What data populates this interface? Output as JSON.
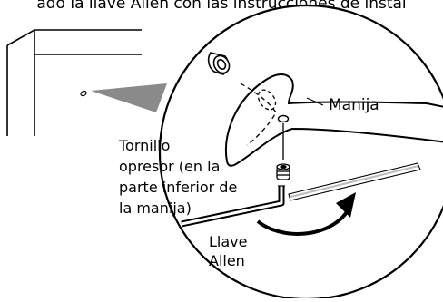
{
  "header_text": "ado la llave Allen con las instrucciones de instal",
  "labels": {
    "handle": "Manija",
    "set_screw_lines": [
      "Tornillo",
      "opresor (en la",
      "parte inferior de",
      "la manija)"
    ],
    "allen_wrench_lines": [
      "Llave",
      "Allen"
    ]
  },
  "colors": {
    "ink": "#000000",
    "background": "#ffffff",
    "callout_shadow": "#8a8a8a",
    "wrench_gray": "#bdbdbd"
  }
}
